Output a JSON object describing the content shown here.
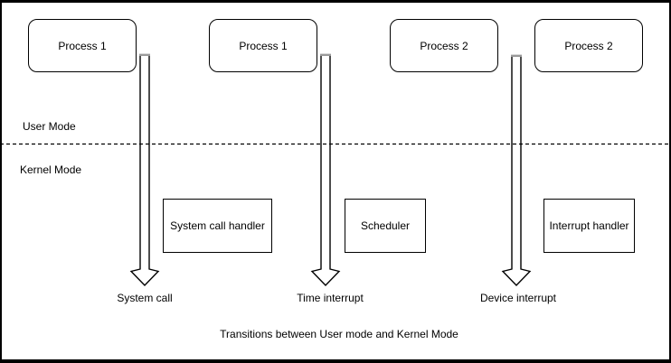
{
  "diagram": {
    "caption": "Transitions between User mode and Kernel Mode",
    "modes": {
      "user_label": "User Mode",
      "kernel_label": "Kernel Mode"
    },
    "process_boxes": [
      {
        "label": "Process 1"
      },
      {
        "label": "Process 1"
      },
      {
        "label": "Process 2"
      },
      {
        "label": "Process 2"
      }
    ],
    "kernel_boxes": [
      {
        "label": "System call handler"
      },
      {
        "label": "Scheduler"
      },
      {
        "label": "Interrupt handler"
      }
    ],
    "transitions": [
      {
        "label": "System call"
      },
      {
        "label": "Time interrupt"
      },
      {
        "label": "Device interrupt"
      }
    ],
    "colors": {
      "stroke": "#000000",
      "arrow_cap": "#999999",
      "background": "#ffffff"
    }
  }
}
